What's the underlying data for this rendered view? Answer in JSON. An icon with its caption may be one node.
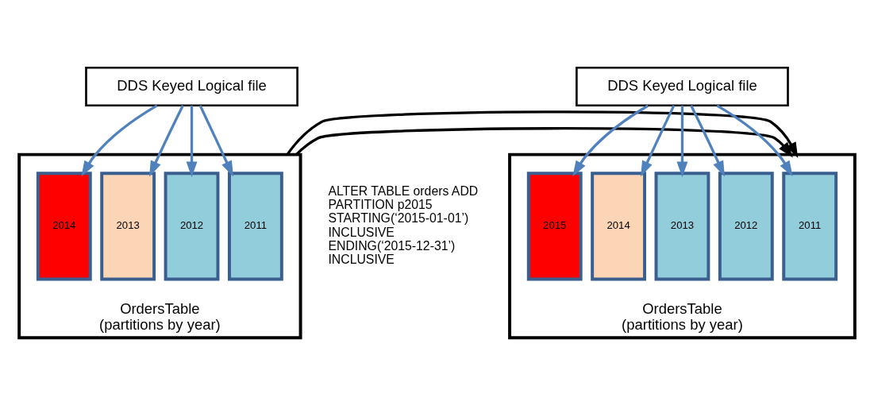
{
  "diagram": {
    "nodes": [
      {
        "text": [
          "DDS Keyed Logical file"
        ]
      },
      {
        "text": [
          "OrdersTable",
          "(partitions by year)"
        ]
      },
      {
        "text": [
          "2011"
        ],
        "in": 1
      },
      {
        "text": [
          "2012"
        ],
        "in": 1
      },
      {
        "text": [
          "2013"
        ],
        "in": 1
      },
      {
        "text": [
          "2014"
        ],
        "in": 1
      },
      {
        "text": [
          "DDS Keyed Logical file"
        ]
      },
      {
        "text": [
          "OrdersTable",
          "(partitions by year)"
        ]
      },
      {
        "text": [
          "2011"
        ],
        "in": 7
      },
      {
        "text": [
          "2012"
        ],
        "in": 7
      },
      {
        "text": [
          "2013"
        ],
        "in": 7
      },
      {
        "text": [
          "2014"
        ],
        "in": 7
      },
      {
        "text": [
          "2015"
        ],
        "in": 7
      }
    ],
    "edges": [
      {
        "from": 0,
        "to": 2,
        "arrow": "to"
      },
      {
        "from": 0,
        "to": 3,
        "arrow": "to"
      },
      {
        "from": 0,
        "to": 4,
        "arrow": "to"
      },
      {
        "from": 0,
        "to": 5,
        "arrow": "to"
      },
      {
        "from": 6,
        "to": 8,
        "arrow": "to"
      },
      {
        "from": 6,
        "to": 9,
        "arrow": "to"
      },
      {
        "from": 6,
        "to": 10,
        "arrow": "to"
      },
      {
        "from": 6,
        "to": 11,
        "arrow": "to"
      },
      {
        "from": 6,
        "to": 12,
        "arrow": "to"
      },
      {
        "from": 1,
        "to": 7,
        "arrow": "to",
        "color": "#000000"
      },
      {
        "from": 1,
        "to": 7,
        "arrow": "to",
        "color": "#000000"
      }
    ],
    "labels": [
      "ALTER TABLE orders ADD PARTITION p2015 STARTING(‘2015-01-01’) INCLUSIVE ENDING(‘2015-12-31’) INCLUSIVE"
    ]
  }
}
